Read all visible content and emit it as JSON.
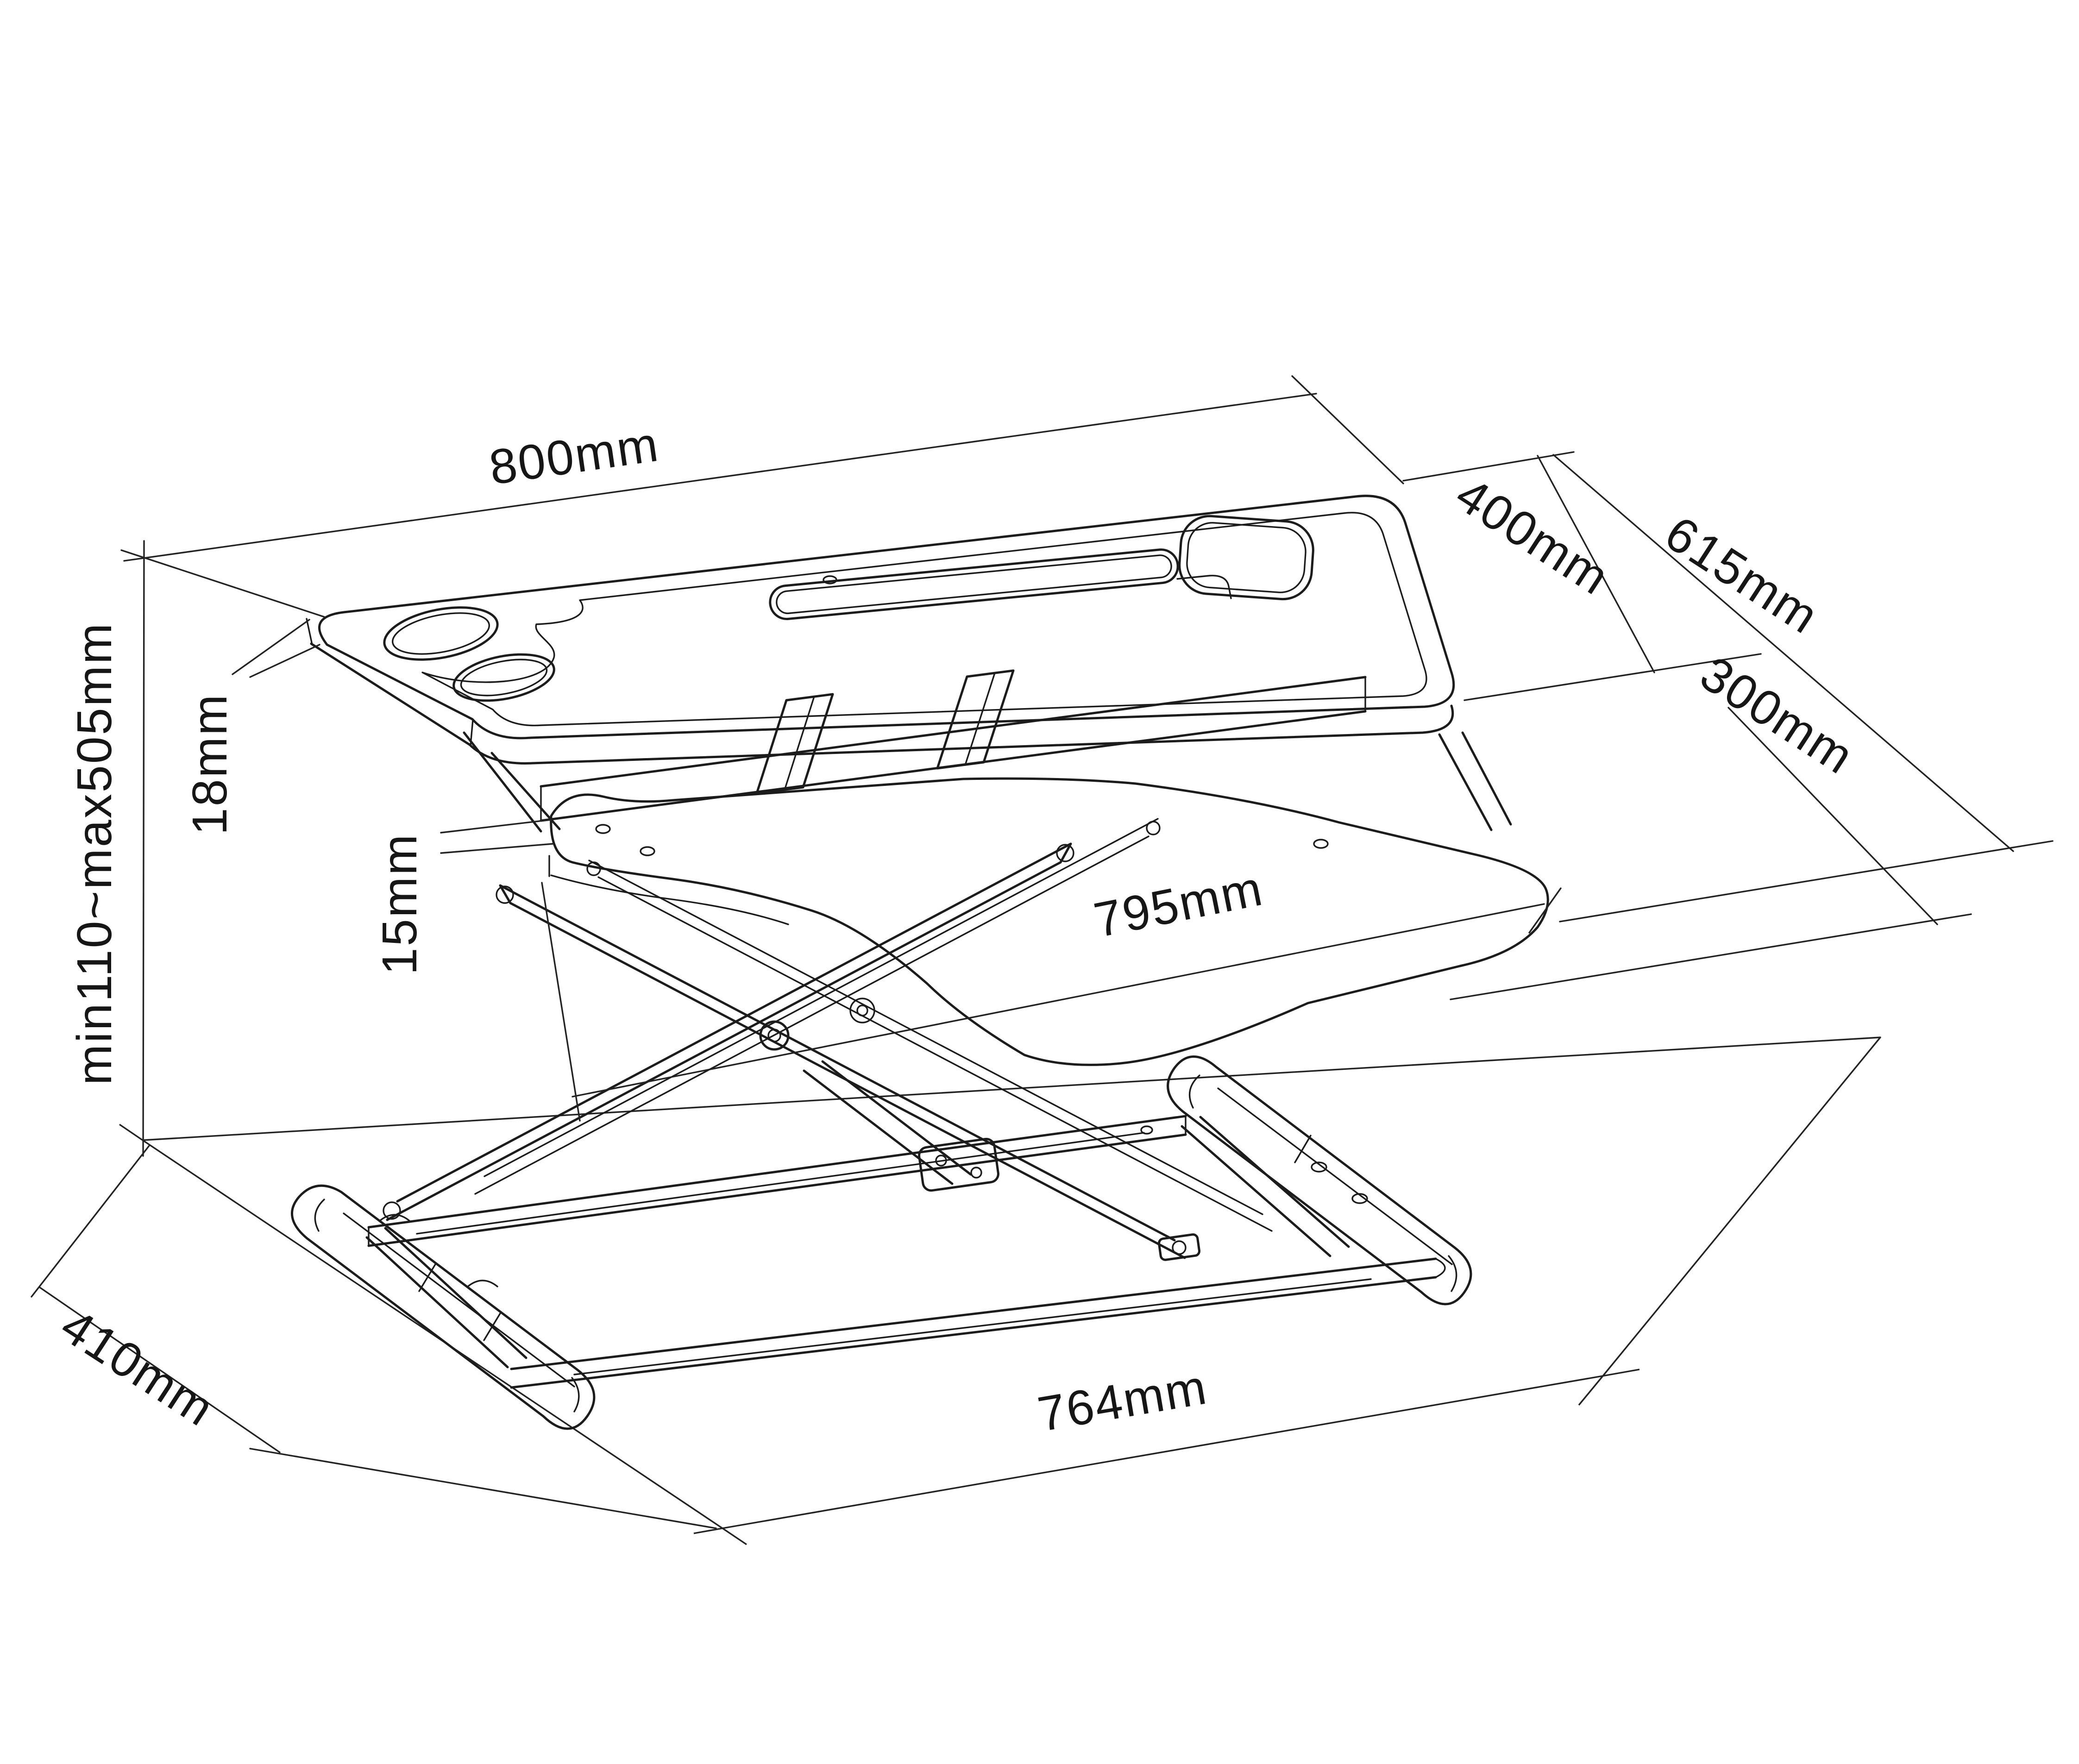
{
  "labels": {
    "top_width": "800mm",
    "top_depth": "400mm",
    "overall_depth": "615mm",
    "tray_depth": "300mm",
    "top_thickness": "18mm",
    "height_range": "min110~max505mm",
    "tray_thickness": "15mm",
    "tray_width": "795mm",
    "base_width": "764mm",
    "base_depth": "410mm"
  },
  "colors": {
    "background": "#ffffff",
    "structure_line": "#1c1c1c",
    "dimension_line": "#232323",
    "label_text": "#161616"
  }
}
